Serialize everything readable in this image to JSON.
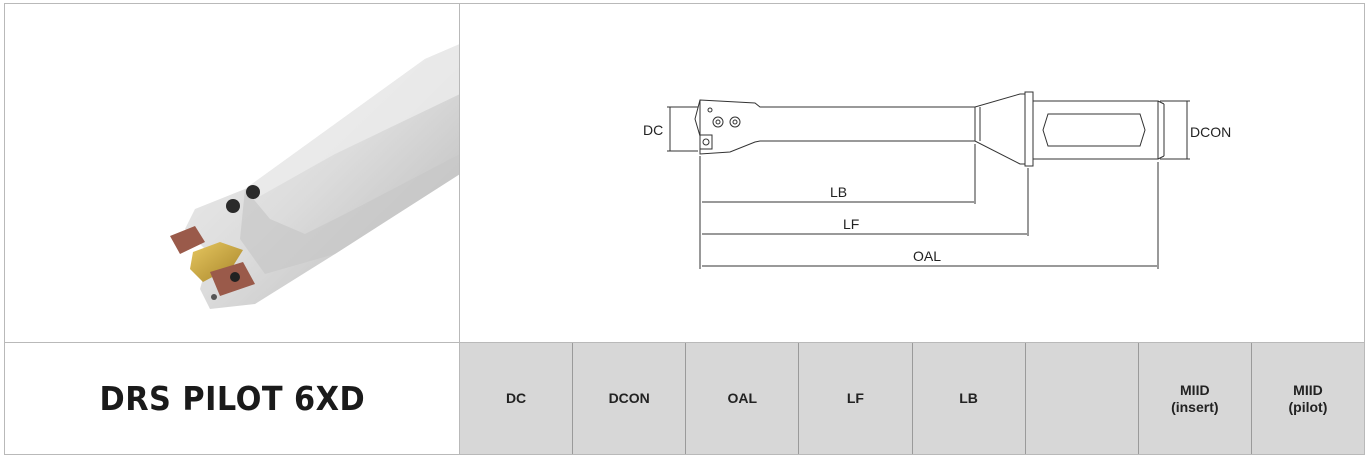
{
  "product": {
    "title": "DRS PILOT 6XD"
  },
  "diagram": {
    "labels": {
      "dc": "DC",
      "dcon": "DCON",
      "lb": "LB",
      "lf": "LF",
      "oal": "OAL"
    }
  },
  "table": {
    "headers": [
      {
        "line1": "DC",
        "line2": ""
      },
      {
        "line1": "DCON",
        "line2": ""
      },
      {
        "line1": "OAL",
        "line2": ""
      },
      {
        "line1": "LF",
        "line2": ""
      },
      {
        "line1": "LB",
        "line2": ""
      },
      {
        "line1": "",
        "line2": ""
      },
      {
        "line1": "MIID",
        "line2": "(insert)"
      },
      {
        "line1": "MIID",
        "line2": "(pilot)"
      }
    ]
  },
  "colors": {
    "header_bg": "#d7d7d7",
    "border": "#b9b9b9",
    "insert_gold": "#c9a43a",
    "insert_copper": "#9a5a4a"
  }
}
